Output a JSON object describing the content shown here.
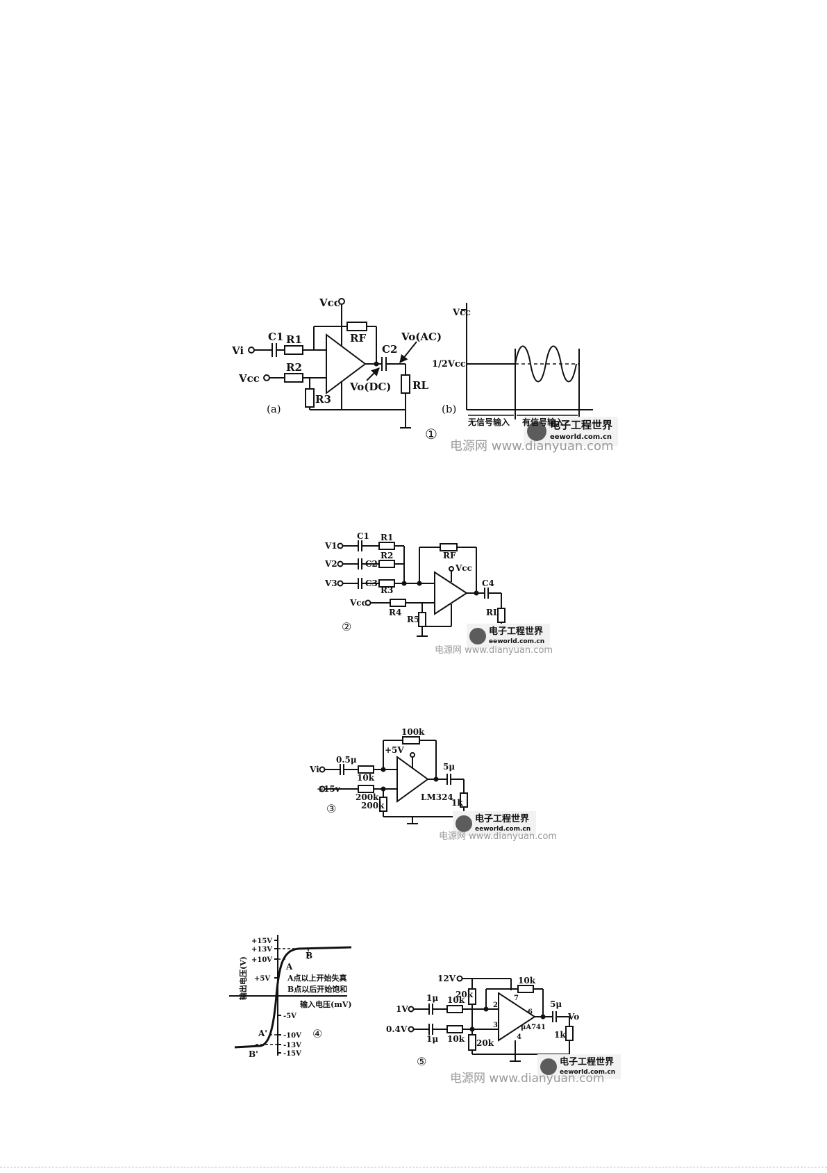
{
  "figure1": {
    "a": {
      "label_vcc_top": "Vcc",
      "label_vi": "Vi",
      "label_vcc_left": "Vcc",
      "label_c1": "C1",
      "label_r1": "R1",
      "label_r2": "R2",
      "label_r3": "R3",
      "label_rf": "RF",
      "label_c2": "C2",
      "label_vo_ac": "Vo(AC)",
      "label_vo_dc": "Vo(DC)",
      "label_rl": "RL",
      "caption": "(a)"
    },
    "b": {
      "label_vcc": "Vcc",
      "label_half_vcc": "1/2Vcc",
      "label_no_signal": "无信号输入",
      "label_signal": "有信号输入",
      "caption": "(b)"
    },
    "number": "①"
  },
  "figure2": {
    "label_v1": "V1",
    "label_v2": "V2",
    "label_v3": "V3",
    "label_vcc_in": "Vcc",
    "label_c1": "C1",
    "label_c2": "C2",
    "label_c3": "C3",
    "label_r1": "R1",
    "label_r2": "R2",
    "label_r3": "R3",
    "label_r4": "R4",
    "label_r5": "R5",
    "label_rf": "RF",
    "label_vcc_op": "Vcc",
    "label_c4": "C4",
    "label_rl": "RL",
    "number": "②"
  },
  "figure3": {
    "label_vi": "Vi",
    "label_15v": "+15v",
    "label_cap_in": "0.5μ",
    "label_r_in": "10k",
    "label_r_bias1": "200k",
    "label_r_bias2": "200k",
    "label_rf": "100k",
    "label_5v": "+5V",
    "label_opamp": "LM324",
    "label_cap_out": "5μ",
    "label_rl": "1k",
    "number": "③"
  },
  "figure4": {
    "ylabel": "输出电压(V)",
    "xlabel": "输入电压(mV)",
    "ticks": [
      "+15V",
      "+13V",
      "+10V",
      "+5V",
      "-5V",
      "-10V",
      "-13V",
      "-15V"
    ],
    "point_a": "A",
    "point_b": "B",
    "point_a2": "A'",
    "point_b2": "B'",
    "note1": "A点以上开始失真",
    "note2": "B点以后开始饱和",
    "number": "④"
  },
  "figure5": {
    "label_12v": "12V",
    "label_1v": "1V",
    "label_04v": "0.4V",
    "label_cap1": "1μ",
    "label_cap2": "1μ",
    "label_r_in1": "10k",
    "label_r_in2": "10k",
    "label_r_top": "20k",
    "label_r_bot": "20k",
    "label_rf": "10k",
    "label_pin2": "2",
    "label_pin3": "3",
    "label_pin4": "4",
    "label_pin6": "6",
    "label_pin7": "7",
    "label_opamp": "μA741",
    "label_cap_out": "5μ",
    "label_rl": "1k",
    "label_vo": "Vo",
    "number": "⑤"
  },
  "watermark": {
    "logo_cn": "电子工程世界",
    "logo_en": "eeworld.com.cn",
    "site": "电源网 www.dianyuan.com"
  }
}
